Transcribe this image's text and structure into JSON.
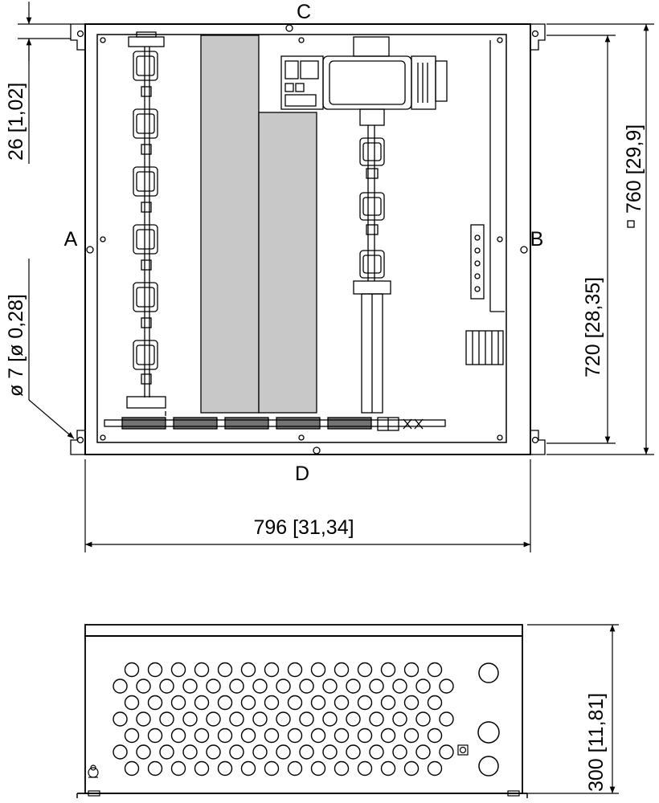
{
  "labels": {
    "side_a": "A",
    "side_b": "B",
    "side_c": "C",
    "side_d": "D"
  },
  "dimensions": {
    "mount_offset": "26 [1,02]",
    "hole_diameter": "ø 7 [ø 0,28]",
    "outer_height": "760 [29,9]",
    "mount_height": "720 [28,35]",
    "width": "796 [31,34]",
    "depth": "300 [11,81]"
  },
  "colors": {
    "line": "#000000",
    "panel_fill": "#c8c8c8",
    "background": "#ffffff"
  }
}
